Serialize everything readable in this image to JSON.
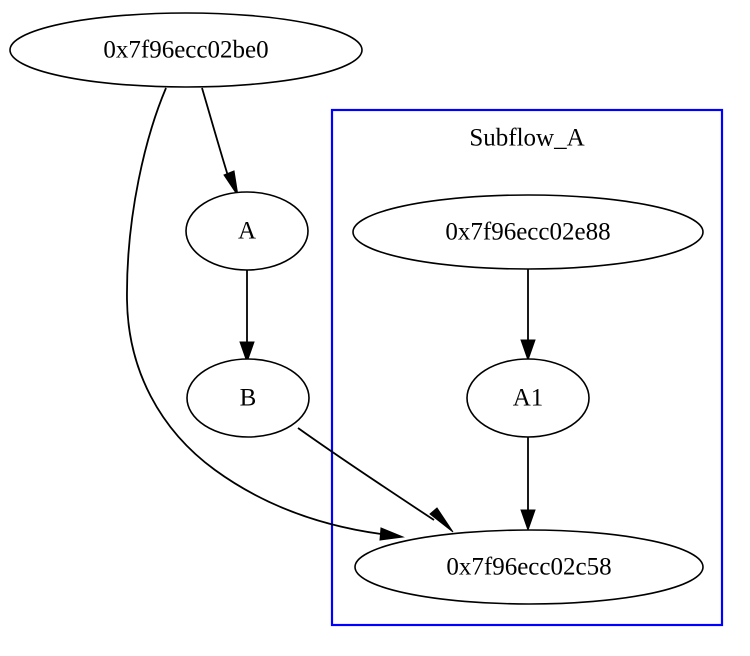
{
  "diagram": {
    "title": "",
    "type": "directed-graph",
    "background_color": "#ffffff",
    "node_stroke_color": "#000000",
    "node_fill_color": "#ffffff",
    "edge_color": "#000000",
    "cluster_border_color": "#0000ff"
  },
  "cluster": {
    "label": "Subflow_A",
    "border_color": "#0000ff"
  },
  "nodes": [
    {
      "id": "root",
      "label": "0x7f96ecc02be0"
    },
    {
      "id": "a",
      "label": "A"
    },
    {
      "id": "b",
      "label": "B"
    },
    {
      "id": "e88",
      "label": "0x7f96ecc02e88"
    },
    {
      "id": "a1",
      "label": "A1"
    },
    {
      "id": "c58",
      "label": "0x7f96ecc02c58"
    }
  ],
  "edges": [
    {
      "from": "0x7f96ecc02be0",
      "to": "A"
    },
    {
      "from": "0x7f96ecc02be0",
      "to": "0x7f96ecc02c58"
    },
    {
      "from": "A",
      "to": "B"
    },
    {
      "from": "B",
      "to": "0x7f96ecc02c58"
    },
    {
      "from": "0x7f96ecc02e88",
      "to": "A1"
    },
    {
      "from": "A1",
      "to": "0x7f96ecc02c58"
    }
  ]
}
